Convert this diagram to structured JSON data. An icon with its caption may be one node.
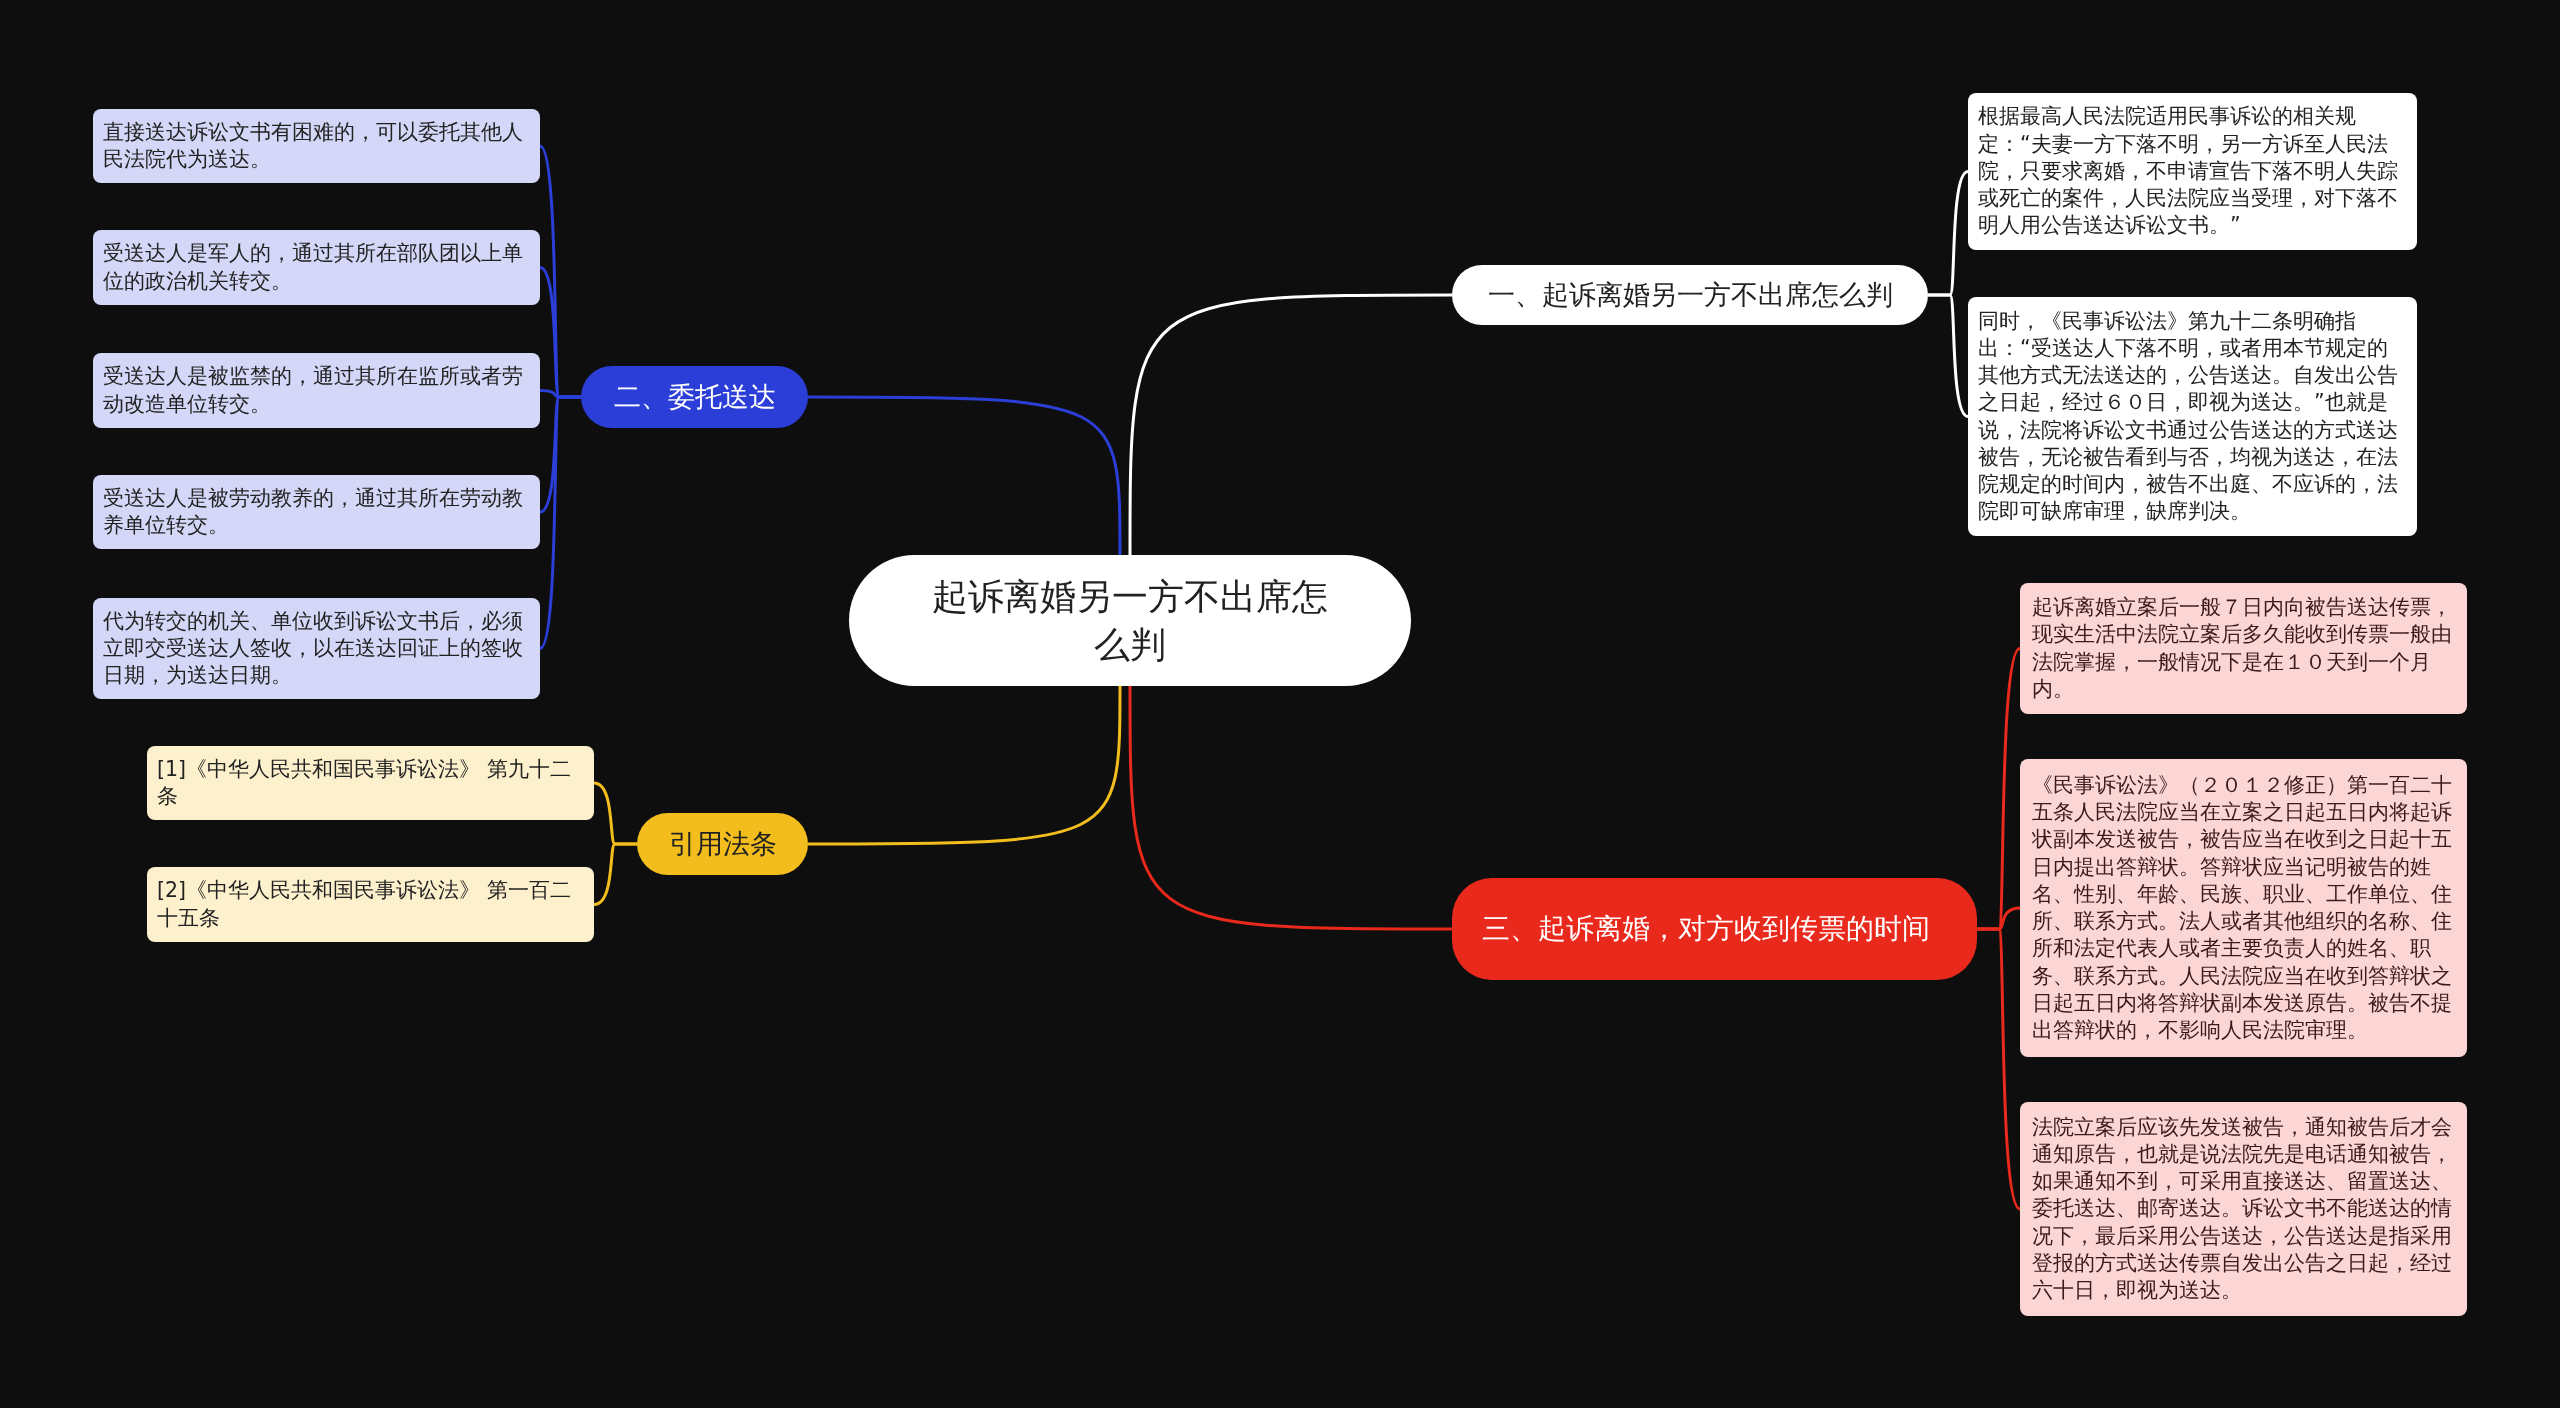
{
  "diagram": {
    "nodes": [
      {
        "text": [
          "起诉离婚另一方不出席怎么判"
        ]
      },
      {
        "text": [
          "一、起诉离婚另一方不出席怎么判"
        ]
      },
      {
        "text": [
          "根据最高人民法院适用民事诉讼的相关规定：“夫妻一方下落不明，另一方诉至人民法院，只要求离婚，不申请宣告下落不明人失踪或死亡的案件，人民法院应当受理，对下落不明人用公告送达诉讼文书。”"
        ]
      },
      {
        "text": [
          "同时，《民事诉讼法》第九十二条明确指出：“受送达人下落不明，或者用本节规定的其他方式无法送达的，公告送达。自发出公告之日起，经过６０日，即视为送达。”也就是说，法院将诉讼文书通过公告送达的方式送达被告，无论被告看到与否，均视为送达，在法院规定的时间内，被告不出庭、不应诉的，法院即可缺席审理，缺席判决。"
        ]
      },
      {
        "text": [
          "二、委托送达"
        ]
      },
      {
        "text": [
          "直接送达诉讼文书有困难的，可以委托其他人民法院代为送达。"
        ]
      },
      {
        "text": [
          "受送达人是军人的，通过其所在部队团以上单位的政治机关转交。"
        ]
      },
      {
        "text": [
          "受送达人是被监禁的，通过其所在监所或者劳动改造单位转交。"
        ]
      },
      {
        "text": [
          "受送达人是被劳动教养的，通过其所在劳动教养单位转交。"
        ]
      },
      {
        "text": [
          "代为转交的机关、单位收到诉讼文书后，必须立即交受送达人签收，以在送达回证上的签收日期，为送达日期。"
        ]
      },
      {
        "text": [
          "引用法条"
        ]
      },
      {
        "text": [
          "[1]《中华人民共和国民事诉讼法》 第九十二条"
        ]
      },
      {
        "text": [
          "[2]《中华人民共和国民事诉讼法》 第一百二十五条"
        ]
      },
      {
        "text": [
          "三、起诉离婚，对方收到传票的时间"
        ]
      },
      {
        "text": [
          "起诉离婚立案后一般７日内向被告送达传票，现实生活中法院立案后多久能收到传票一般由法院掌握，一般情况下是在１０天到一个月内。"
        ]
      },
      {
        "text": [
          "《民事诉讼法》（２０１２修正）第一百二十五条人民法院应当在立案之日起五日内将起诉状副本发送被告，被告应当在收到之日起十五日内提出答辩状。答辩状应当记明被告的姓名、性别、年龄、民族、职业、工作单位、住所、联系方式。法人或者其他组织的名称、住所和法定代表人或者主要负责人的姓名、职务、联系方式。人民法院应当在收到答辩状之日起五日内将答辩状副本发送原告。被告不提出答辩状的，不影响人民法院审理。"
        ]
      },
      {
        "text": [
          "法院立案后应该先发送被告，通知被告后才会通知原告，也就是说法院先是电话通知被告，如果通知不到，可采用直接送达、留置送达、委托送达、邮寄送达。诉讼文书不能送达的情况下，最后采用公告送达，公告送达是指采用登报的方式送达传票自发出公告之日起，经过六十日，即视为送达。"
        ]
      }
    ],
    "edges": [
      {
        "from": 0,
        "to": 1,
        "arrow": "none",
        "color": "#ffffff"
      },
      {
        "from": 1,
        "to": 2,
        "arrow": "none",
        "color": "#ffffff"
      },
      {
        "from": 1,
        "to": 3,
        "arrow": "none",
        "color": "#ffffff"
      },
      {
        "from": 0,
        "to": 4,
        "arrow": "none"
      },
      {
        "from": 4,
        "to": 5,
        "arrow": "none"
      },
      {
        "from": 4,
        "to": 6,
        "arrow": "none"
      },
      {
        "from": 4,
        "to": 7,
        "arrow": "none"
      },
      {
        "from": 4,
        "to": 8,
        "arrow": "none"
      },
      {
        "from": 4,
        "to": 9,
        "arrow": "none"
      },
      {
        "from": 0,
        "to": 10,
        "arrow": "none",
        "color": "#f2bd1d"
      },
      {
        "from": 10,
        "to": 11,
        "arrow": "none",
        "color": "#f2bd1d"
      },
      {
        "from": 10,
        "to": 12,
        "arrow": "none",
        "color": "#f2bd1d"
      },
      {
        "from": 0,
        "to": 13,
        "arrow": "none",
        "color": "#e8291b"
      },
      {
        "from": 13,
        "to": 14,
        "arrow": "none",
        "color": "#e8291b"
      },
      {
        "from": 13,
        "to": 15,
        "arrow": "none",
        "color": "#e8291b"
      },
      {
        "from": 13,
        "to": 16,
        "arrow": "none",
        "color": "#e8291b"
      }
    ]
  }
}
